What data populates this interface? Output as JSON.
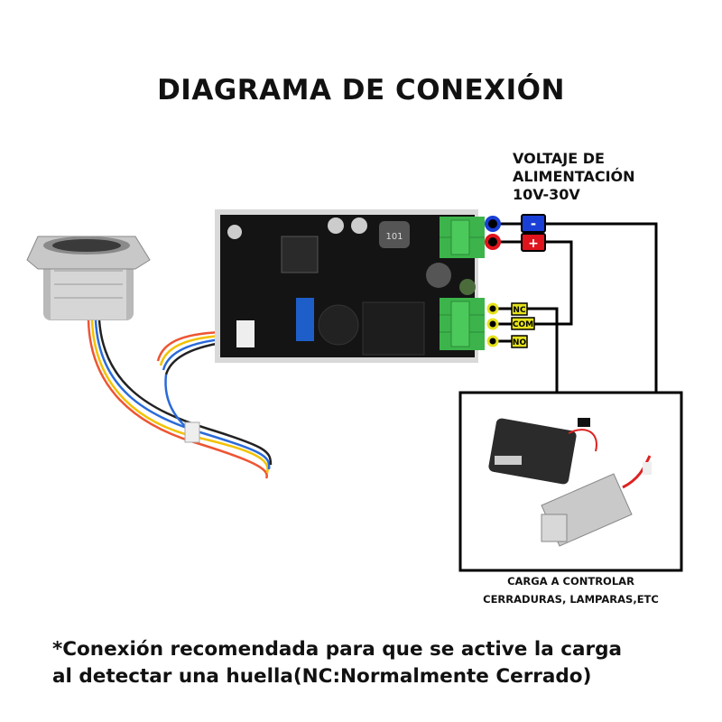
{
  "title": "DIAGRAMA DE CONEXIÓN",
  "power": {
    "label_line1": "VOLTAJE DE",
    "label_line2": "ALIMENTACIÓN",
    "label_line3": "10V-30V",
    "negative": "-",
    "positive": "+"
  },
  "relay_terminals": {
    "nc": "NC",
    "com": "COM",
    "no": "NO"
  },
  "load": {
    "caption_line1": "CARGA A CONTROLAR",
    "caption_line2": "CERRADURAS, LAMPARAS,ETC"
  },
  "footer": {
    "line1": "*Conexión recomendada para que se active la carga",
    "line2": "al detectar una huella(NC:Normalmente Cerrado)"
  },
  "colors": {
    "wire": "#000000",
    "neg": "#1a3fd6",
    "pos": "#e0141c",
    "relay_label": "#e6e21a",
    "terminal": "#3cb44b",
    "pcb": "#141414"
  }
}
